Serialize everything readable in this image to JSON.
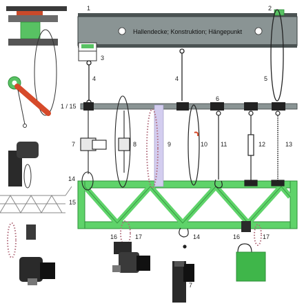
{
  "beam_label": "Hallendecke; Konstruktion; Hängepunkt",
  "labels": {
    "n1": "1",
    "n2": "2",
    "n3": "3",
    "n4a": "4",
    "n4b": "4",
    "n5": "5",
    "n6": "6",
    "n1_15": "1 / 15",
    "n7a": "7",
    "n8": "8",
    "n9": "9",
    "n10": "10",
    "n11": "11",
    "n12": "12",
    "n13": "13",
    "n14a": "14",
    "n15": "15",
    "n16a": "16",
    "n17a": "17",
    "n14b": "14",
    "n16b": "16",
    "n17b": "17",
    "n7b": "7"
  },
  "colors": {
    "beam": "#7f8a8a",
    "beam_dark": "#3a4040",
    "truss": "#5fd36a",
    "truss_edge": "#2f8f3a",
    "accent_red": "#d64a2a",
    "dotted_red": "#b06a7a",
    "lamp": "#222222",
    "box_green": "#3fb64a",
    "lavender": "#c9c3e6"
  }
}
